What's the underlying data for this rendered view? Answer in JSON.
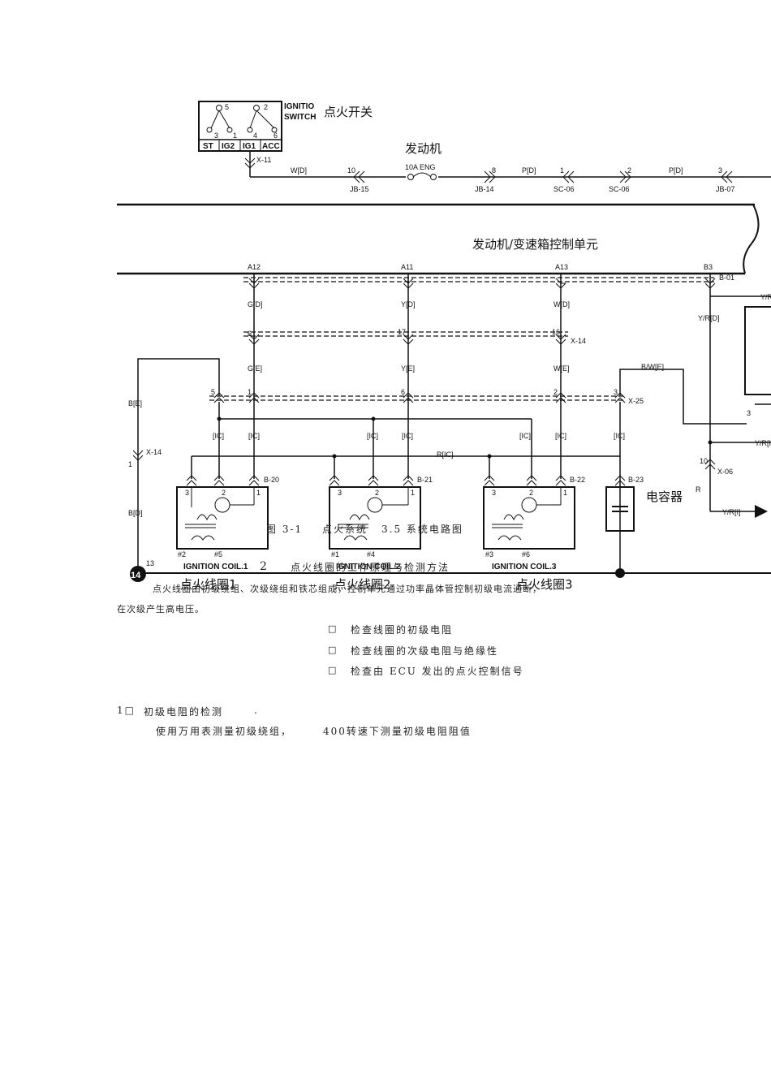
{
  "diagram": {
    "ignition_switch": {
      "title_line1": "IGNITIO",
      "title_line2": "SWITCH",
      "label_cn": "点火开关",
      "terminals": [
        "ST",
        "IG2",
        "IG1",
        "ACC"
      ],
      "pins_top": [
        "5",
        "2"
      ],
      "pins_mid": [
        "3",
        "1",
        "4",
        "6"
      ]
    },
    "engine_label_cn": "发动机",
    "ecu_label_cn": "发动机/变速箱控制单元",
    "capacitor_label_cn": "电容器",
    "power_line": {
      "wire1": "W[D]",
      "wire2": "P[D]",
      "wire3": "P[D]",
      "fuse": "10A ENG",
      "connectors": [
        {
          "pin": "10",
          "name": "JB-15"
        },
        {
          "pin": "8",
          "name": "JB-14"
        },
        {
          "pin": "1",
          "name": "SC-06"
        },
        {
          "pin": "2",
          "name": "SC-06"
        },
        {
          "pin": "3",
          "name": "JB-07"
        }
      ],
      "switch_connector": "X-11"
    },
    "ecu_pins": [
      "A12",
      "A11",
      "A13",
      "B3"
    ],
    "ecu_connector": "B-01",
    "wires_d": [
      "G[D]",
      "Y[D]",
      "W[D]",
      "Y/R[D]"
    ],
    "x14_pins": [
      "6",
      "17",
      "16"
    ],
    "x14_name": "X-14",
    "wires_e": [
      "G[E]",
      "Y[E]",
      "W[E]"
    ],
    "x25_pins": [
      "5",
      "1",
      "6",
      "2",
      "3"
    ],
    "x25_name": "X-25",
    "bw_wire": "B/W[E]",
    "ic_label": "[IC]",
    "r_ic": "R[IC]",
    "left_wire": {
      "e": "B[E]",
      "d": "B[D]",
      "pin": "1",
      "conn": "X-14",
      "ground_pin": "13",
      "ground_no": "14"
    },
    "coil_connectors": [
      "B-20",
      "B-21",
      "B-22",
      "B-23"
    ],
    "coil_pins": [
      "3",
      "2",
      "1"
    ],
    "coils": [
      {
        "name": "IGNITION COIL.1",
        "cn": "点火线圈1",
        "cyl": [
          "#2",
          "#5"
        ]
      },
      {
        "name": "IGNITION COIL.2",
        "cn": "点火线圈2",
        "cyl": [
          "#1",
          "#4"
        ]
      },
      {
        "name": "IGNITION COIL.3",
        "cn": "点火线圈3",
        "cyl": [
          "#3",
          "#6"
        ]
      }
    ],
    "right_labels": {
      "yr_d": "Y/R[D]",
      "y_r": "Y/R",
      "yr_i": "Y/R[I]",
      "x06_pin": "10",
      "x06": "X-06",
      "pin3": "3",
      "r_char": "R"
    }
  },
  "overlay": {
    "caption_a": "图 3-1",
    "caption_b": "点火系统",
    "caption_c": "3.5 系统电路图",
    "heading_num": "2",
    "heading_text": "点火线圈的工作原理与检测方法",
    "para_line1": "点火线圈由初级绕组、次级绕组和铁芯组成，控制单元通过功率晶体管控制初级电流通断，",
    "para_line2": "在次级产生高电压。"
  },
  "bullets": [
    {
      "mark": "□",
      "text": "检查线圈的初级电阻"
    },
    {
      "mark": "□",
      "text": "检查线圈的次级电阻与绝缘性"
    },
    {
      "mark": "□",
      "text": "检查由 ECU 发出的点火控制信号"
    }
  ],
  "section": {
    "num": "1□",
    "title": "初级电阻的检测",
    "dot": ".",
    "line_a": "使用万用表测量初级绕组，",
    "line_b": "400转速下测量初级电阻阻值"
  }
}
